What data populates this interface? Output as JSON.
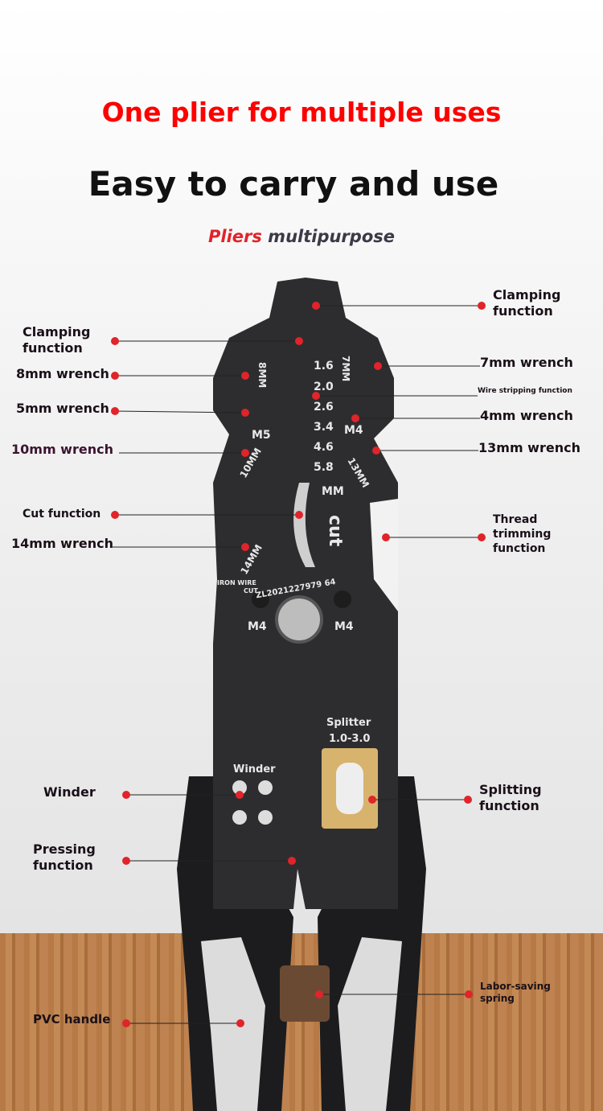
{
  "headline": "One plier for multiple uses",
  "subheadline": "Easy to carry and use",
  "tagline": {
    "accent": "Pliers",
    "rest": " multipurpose"
  },
  "labels": {
    "clamping_left": "Clamping function",
    "wrench_8": "8mm wrench",
    "wrench_5": "5mm wrench",
    "wrench_10": "10mm wrench",
    "cut": "Cut function",
    "wrench_14": "14mm wrench",
    "winder": "Winder",
    "pressing": "Pressing function",
    "pvc": "PVC handle",
    "clamping_right": "Clamping function",
    "wrench_7": "7mm wrench",
    "wire_strip": "Wire stripping function",
    "wrench_4": "4mm wrench",
    "wrench_13": "13mm wrench",
    "thread": "Thread trimming function",
    "splitting": "Splitting function",
    "spring": "Labor-saving spring"
  },
  "tool_markings": {
    "gauges": [
      "1.6",
      "2.0",
      "2.6",
      "3.4",
      "4.6",
      "5.8"
    ],
    "mm": "MM",
    "m8": "8MM",
    "m7": "7MM",
    "m5": "M5",
    "m4": "M4",
    "m10": "10MM",
    "m13": "13MM",
    "m14": "14MM",
    "cut": "cut",
    "iron": "IRON WIRE",
    "iron2": "CUT",
    "patent": "ZL2021227979 64",
    "winder": "Winder",
    "splitter": "Splitter",
    "splitter_range": "1.0-3.0"
  },
  "colors": {
    "accent": "#e0242a",
    "tool": "#2d2d30"
  }
}
